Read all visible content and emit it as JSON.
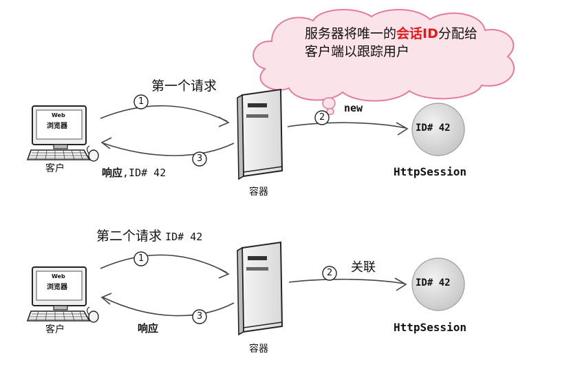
{
  "cloud": {
    "text_before": "服务器将唯一的",
    "text_highlight": "会话ID",
    "text_after": "分配给客户端以跟踪用户"
  },
  "top_section": {
    "request_label": "第一个请求",
    "client_screen_line1": "Web",
    "client_screen_line2": "浏览器",
    "client_label": "客户",
    "step1": "1",
    "step2": "2",
    "step3": "3",
    "new_label": "new",
    "response_label_bold": "响应",
    "response_label_rest": ",ID# 42",
    "container_label": "容器",
    "session_id": "ID# 42",
    "session_label": "HttpSession"
  },
  "bottom_section": {
    "request_label": "第二个请求",
    "request_id": "ID# 42",
    "client_screen_line1": "Web",
    "client_screen_line2": "浏览器",
    "client_label": "客户",
    "step1": "1",
    "step2": "2",
    "step3": "3",
    "associate_label": "关联",
    "response_label": "响应",
    "container_label": "容器",
    "session_id": "ID# 42",
    "session_label": "HttpSession"
  },
  "colors": {
    "cloud_fill": "#fbe3ea",
    "cloud_stroke": "#e57a9c",
    "highlight": "#e01a1a",
    "session_fill": "#dcdcdc",
    "ink": "#222222"
  }
}
